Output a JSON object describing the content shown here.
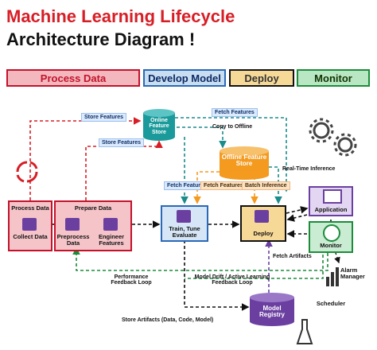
{
  "title_line1": "Machine Learning Lifecycle",
  "title_line2": "Architecture Diagram !",
  "tabs": {
    "process": "Process Data",
    "develop": "Develop Model",
    "deploy": "Deploy",
    "monitor": "Monitor"
  },
  "nodes": {
    "online_store": "Online Feature Store",
    "offline_store": "Offline Feature Store",
    "process_data": "Process Data",
    "collect_data": "Collect Data",
    "prepare_data": "Prepare Data",
    "preprocess_data": "Preprocess Data",
    "engineer_features": "Engineer Features",
    "train_tune": "Train, Tune Evaluate",
    "deploy": "Deploy",
    "application": "Application",
    "monitor": "Monitor",
    "alarm_manager": "Alarm Manager",
    "scheduler": "Scheduler",
    "model_registry": "Model Registry"
  },
  "edges": {
    "store_features_1": "Store Features",
    "store_features_2": "Store Features",
    "fetch_features_top": "Fetch Features",
    "copy_to_offline": "Copy to Offline",
    "fetch_features_left": "Fetch Features",
    "fetch_features_mid": "Fetch Features",
    "batch_inference": "Batch Inference",
    "realtime_inference": "Real-Time Inference",
    "fetch_artifacts": "Fetch Artifacts",
    "perf_feedback": "Performance Feedback Loop",
    "drift_feedback": "Model Drift / Active Learning Feedback Loop",
    "store_artifacts": "Store Artifacts (Data, Code, Model)"
  },
  "colors": {
    "red": "#d71e26",
    "blue": "#2a69b7",
    "teal": "#1a8c8c",
    "green": "#1c8c3a",
    "orange": "#f39a1f",
    "purple": "#6b3fa0"
  }
}
